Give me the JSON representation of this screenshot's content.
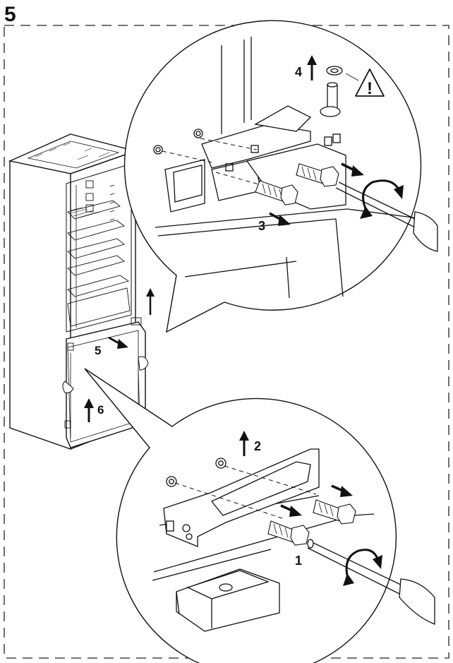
{
  "step_number": "5",
  "callouts": {
    "c1": "1",
    "c2": "2",
    "c3": "3",
    "c4": "4",
    "c5": "5",
    "c6": "6"
  },
  "warning_symbol": "!",
  "icons": [
    "warning-triangle-icon",
    "up-arrow-icon",
    "right-down-arrow-icon",
    "rotation-arrow-icon",
    "screwdriver-icon"
  ],
  "colors": {
    "line": "#111111",
    "background": "#ffffff",
    "border_dash": "#222222"
  }
}
